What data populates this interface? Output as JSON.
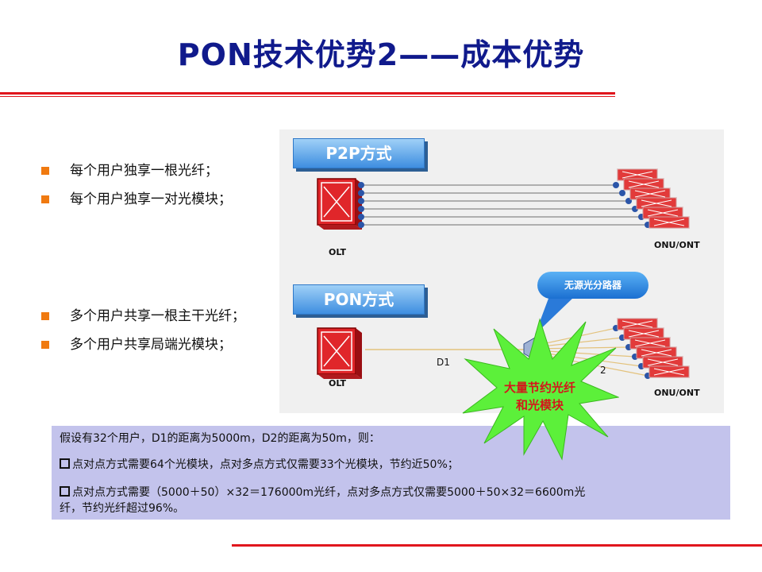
{
  "title": "PON技术优势2——成本优势",
  "bullets_top": [
    "每个用户独享一根光纤；",
    "每个用户独享一对光模块；"
  ],
  "bullets_bottom": [
    "多个用户共享一根主干光纤；",
    "多个用户共享局端光模块；"
  ],
  "diagram": {
    "p2p_label": "P2P方式",
    "pon_label": "PON方式",
    "olt_label": "OLT",
    "onu_label": "ONU/ONT",
    "d1_label": "D1",
    "d2_label": "2",
    "splitter_callout": "无源光分路器"
  },
  "starburst": {
    "line1": "大量节约光纤",
    "line2": "和光模块"
  },
  "info": {
    "line1": "假设有32个用户，D1的距离为5000m，D2的距离为50m，则：",
    "line2": "点对点方式需要64个光模块，点对多点方式仅需要33个光模块，节约近50%；",
    "line3a": "点对点方式需要（5000＋50）×32＝176000m光纤，点对多点方式仅需要5000＋50×32＝6600m光",
    "line3b": "纤，节约光纤超过96%。"
  },
  "colors": {
    "title": "#101a8c",
    "rule": "#e0161d",
    "bullet": "#f07a10",
    "info_bg": "#c3c3ec",
    "starburst": "#5cf03a"
  }
}
